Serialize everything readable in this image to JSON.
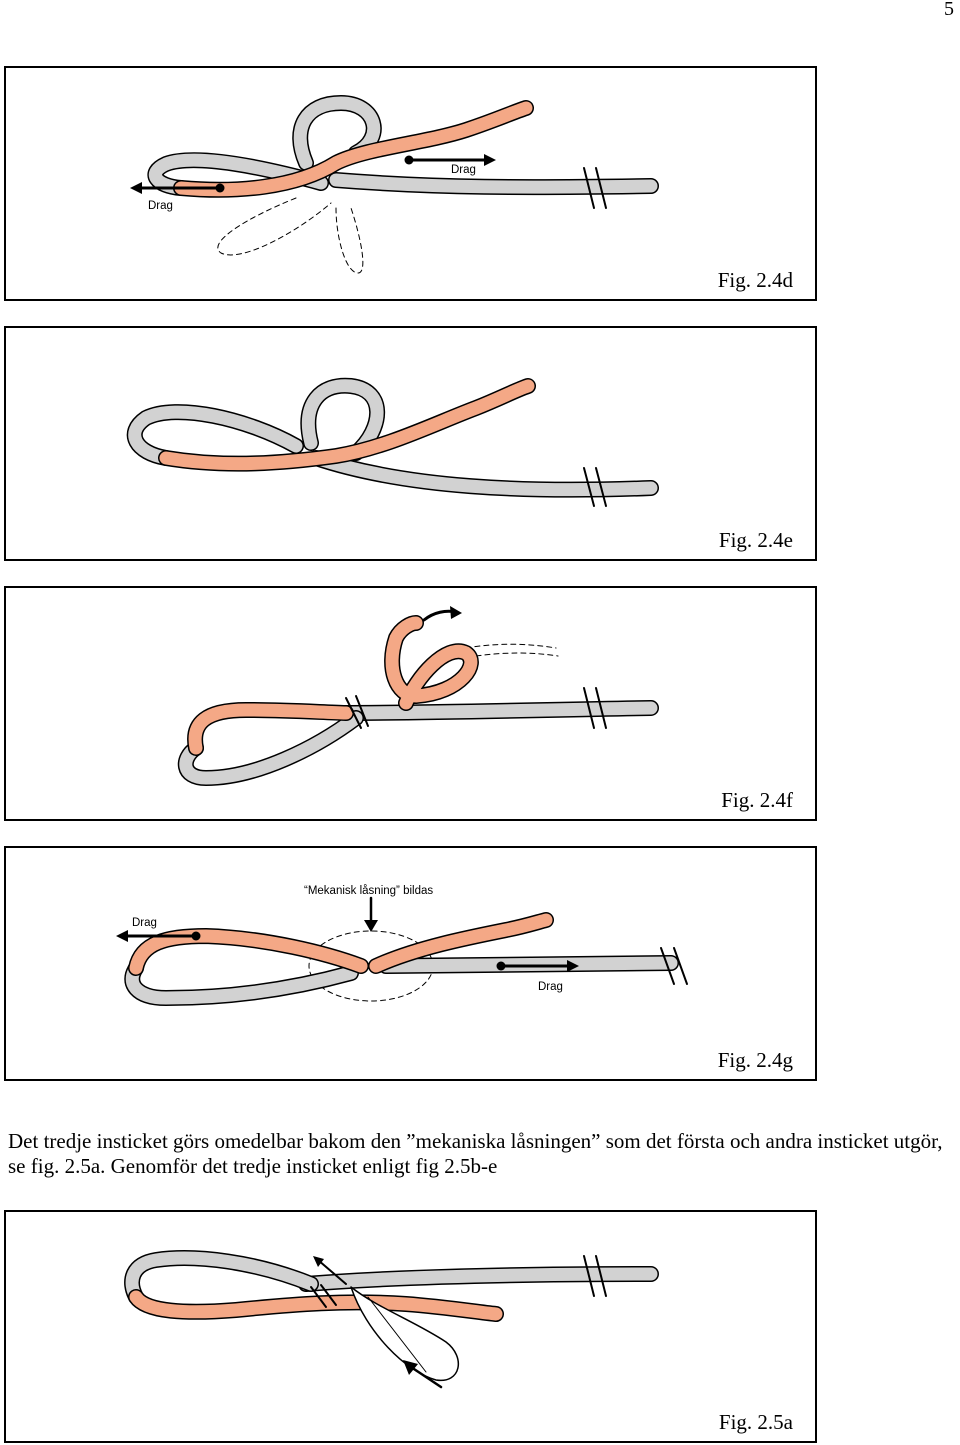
{
  "page": {
    "number": "5"
  },
  "colors": {
    "rope_orange": "#f4a886",
    "rope_gray": "#d2d2d2",
    "outline": "#000000"
  },
  "figures": [
    {
      "caption": "Fig. 2.4d",
      "labels": {
        "drag_left": "Drag",
        "drag_right": "Drag"
      }
    },
    {
      "caption": "Fig. 2.4e"
    },
    {
      "caption": "Fig. 2.4f"
    },
    {
      "caption": "Fig. 2.4g",
      "labels": {
        "annotation": "“Mekanisk låsning” bildas",
        "drag_left": "Drag",
        "drag_right": "Drag"
      }
    },
    {
      "caption": "Fig. 2.5a"
    }
  ],
  "body_text": "Det tredje insticket görs omedelbar bakom den ”mekaniska låsningen” som det första och andra insticket utgör, se fig. 2.5a. Genomför det tredje insticket enligt fig 2.5b-e"
}
